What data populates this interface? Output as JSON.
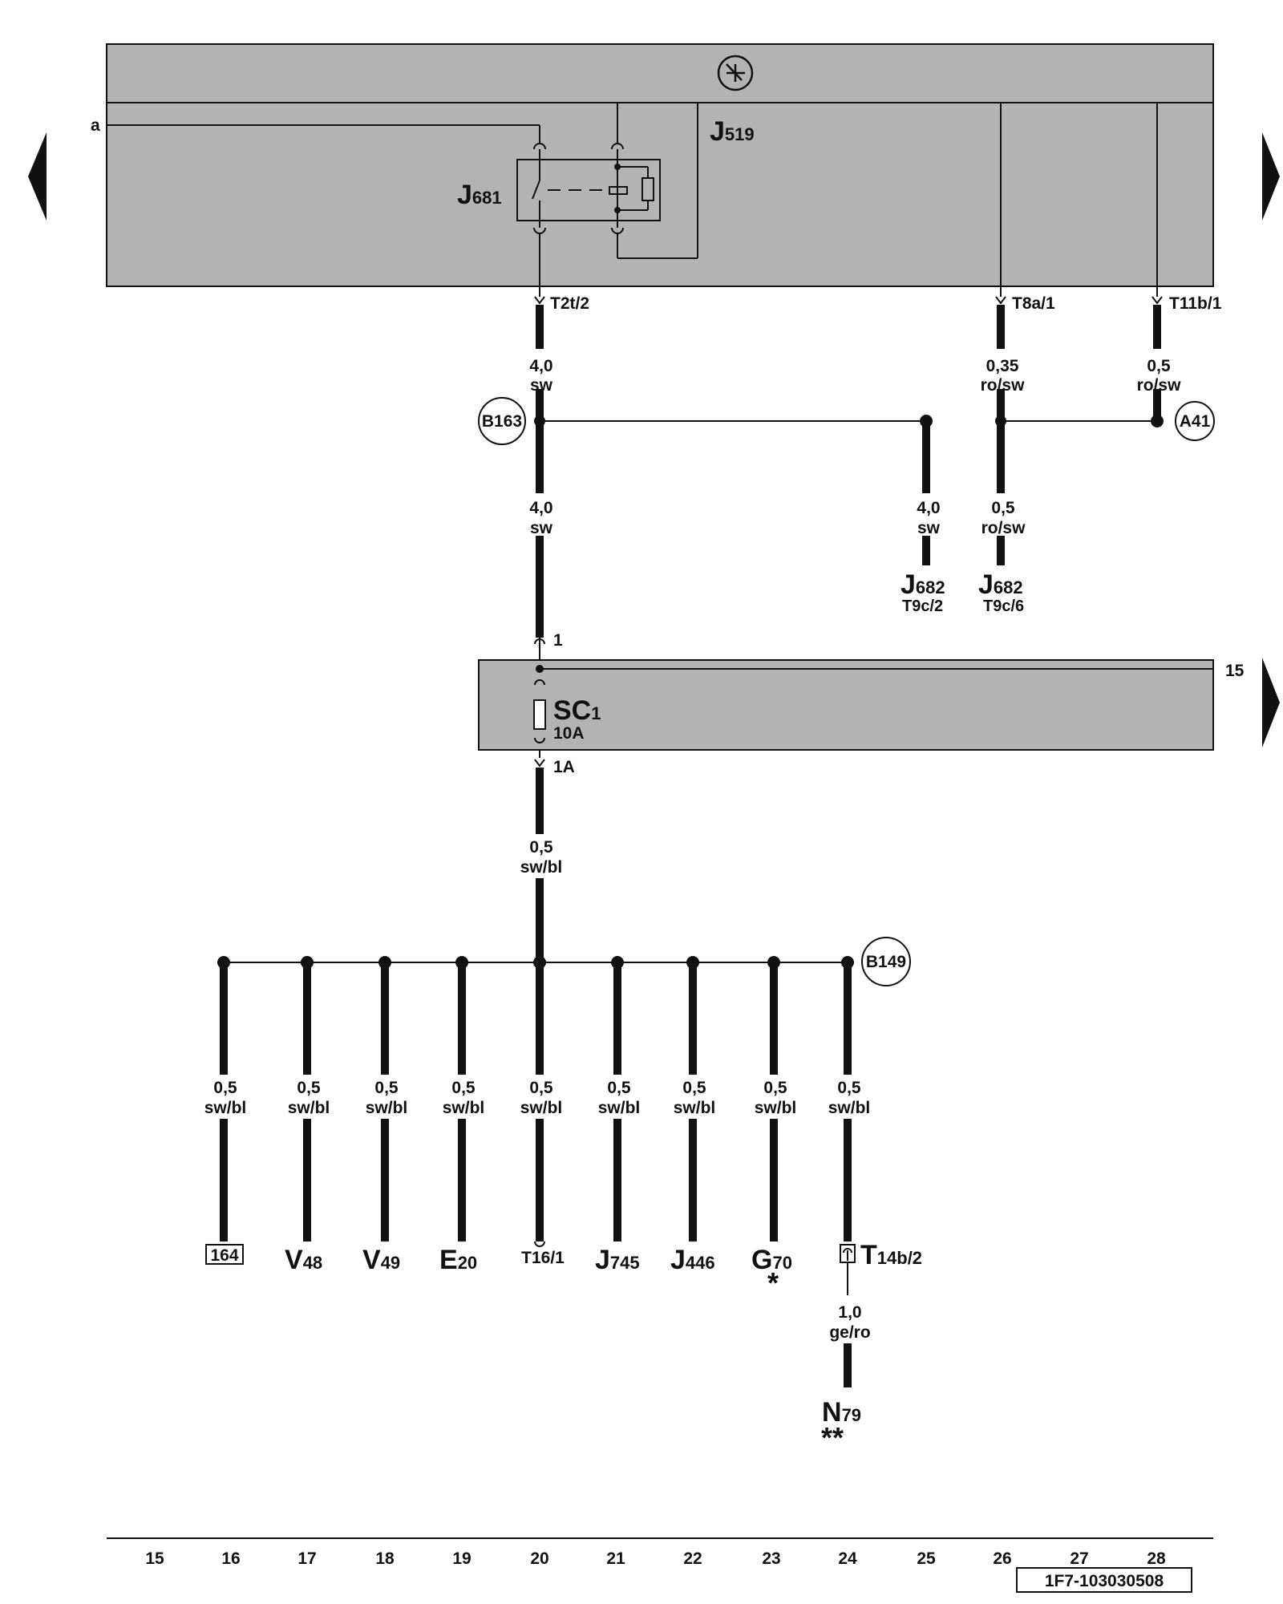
{
  "header_symbol": "central-electrics-symbol",
  "nav": {
    "left_arrow": "arrow-left-icon",
    "right_arrow": "arrow-right-icon"
  },
  "components": {
    "j519": {
      "main": "J",
      "sub": "519"
    },
    "j681": {
      "main": "J",
      "sub": "681"
    },
    "sc1": {
      "main": "SC",
      "sub": "1",
      "rating": "10A"
    }
  },
  "signal_a": "a",
  "connectors": {
    "t2t": "T2t/2",
    "t8a": "T8a/1",
    "t11b": "T11b/1",
    "sc_in": "1",
    "sc_out": "1A",
    "term15": "15"
  },
  "wires": {
    "w1": {
      "size": "4,0",
      "color": "sw"
    },
    "w2": {
      "size": "4,0",
      "color": "sw"
    },
    "w3": {
      "size": "4,0",
      "color": "sw"
    },
    "w4": {
      "size": "0,35",
      "color": "ro/sw"
    },
    "w5": {
      "size": "0,5",
      "color": "ro/sw"
    },
    "w6": {
      "size": "0,5",
      "color": "ro/sw"
    },
    "w7": {
      "size": "0,5",
      "color": "sw/bl"
    },
    "w_n79": {
      "size": "1,0",
      "color": "ge/ro"
    }
  },
  "junctions": {
    "b163": "B163",
    "a41": "A41",
    "b149": "B149"
  },
  "j682_left": {
    "main": "J",
    "sub": "682",
    "pin": "T9c/2"
  },
  "j682_right": {
    "main": "J",
    "sub": "682",
    "pin": "T9c/6"
  },
  "branches": [
    {
      "size": "0,5",
      "color": "sw/bl",
      "term_main": "164",
      "term_sub": "",
      "boxed": true,
      "mark": ""
    },
    {
      "size": "0,5",
      "color": "sw/bl",
      "term_main": "V",
      "term_sub": "48",
      "boxed": false,
      "mark": ""
    },
    {
      "size": "0,5",
      "color": "sw/bl",
      "term_main": "V",
      "term_sub": "49",
      "boxed": false,
      "mark": ""
    },
    {
      "size": "0,5",
      "color": "sw/bl",
      "term_main": "E",
      "term_sub": "20",
      "boxed": false,
      "mark": ""
    },
    {
      "size": "0,5",
      "color": "sw/bl",
      "term_main": "T16/1",
      "term_sub": "",
      "boxed": false,
      "mark": ""
    },
    {
      "size": "0,5",
      "color": "sw/bl",
      "term_main": "J",
      "term_sub": "745",
      "boxed": false,
      "mark": ""
    },
    {
      "size": "0,5",
      "color": "sw/bl",
      "term_main": "J",
      "term_sub": "446",
      "boxed": false,
      "mark": ""
    },
    {
      "size": "0,5",
      "color": "sw/bl",
      "term_main": "G",
      "term_sub": "70",
      "boxed": false,
      "mark": "*"
    },
    {
      "size": "0,5",
      "color": "sw/bl",
      "term_main": "T",
      "term_sub": "14b/2",
      "boxed": false,
      "mark": ""
    }
  ],
  "n79": {
    "main": "N",
    "sub": "79",
    "mark": "**"
  },
  "grid_numbers": [
    "15",
    "16",
    "17",
    "18",
    "19",
    "20",
    "21",
    "22",
    "23",
    "24",
    "25",
    "26",
    "27",
    "28"
  ],
  "diagram_id": "1F7-103030508",
  "colors": {
    "panel": "#b3b3b3",
    "line": "#111111"
  }
}
